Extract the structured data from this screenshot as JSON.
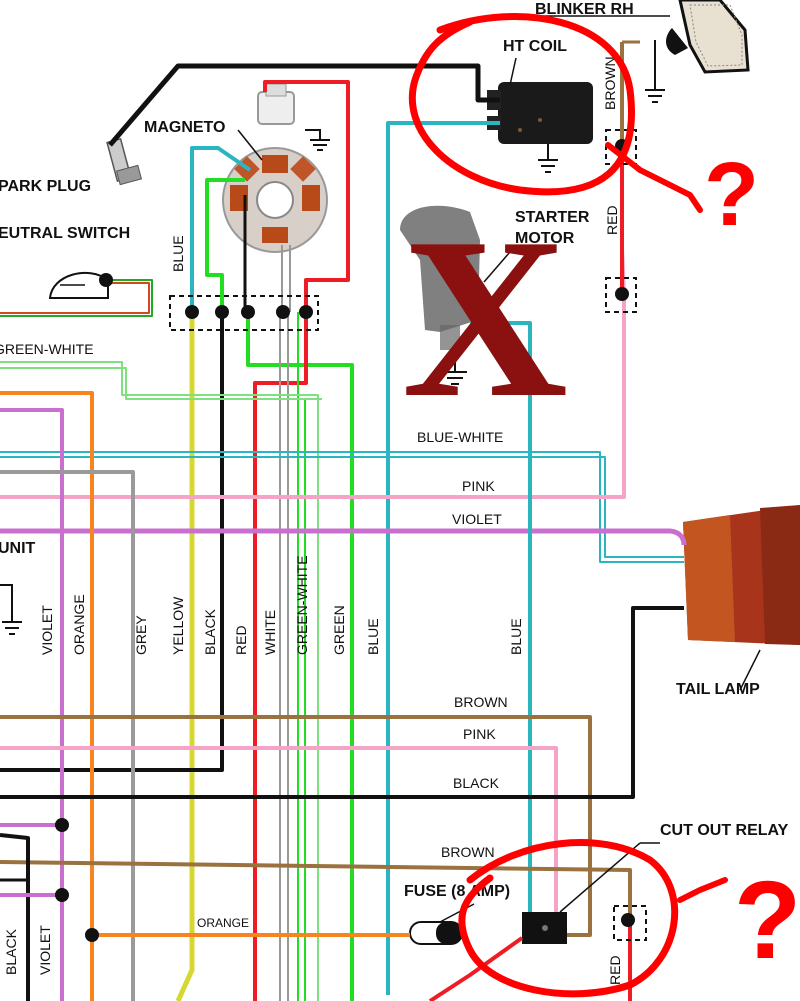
{
  "components": {
    "blinker": "BLINKER RH",
    "ht_coil": "HT COIL",
    "magneto": "MAGNETO",
    "spark_plug": "PARK PLUG",
    "neutral_switch": "EUTRAL SWITCH",
    "starter_motor_1": "STARTER",
    "starter_motor_2": "MOTOR",
    "unit": "UNIT",
    "tail_lamp": "TAIL LAMP",
    "cut_out_relay": "CUT OUT RELAY",
    "fuse": "FUSE (8 AMP)"
  },
  "wire_labels": {
    "green_white_top": "GREEN-WHITE",
    "blue_white": "BLUE-WHITE",
    "pink_mid": "PINK",
    "violet_mid": "VIOLET",
    "brown_top_right": "BROWN",
    "red_top_right": "RED",
    "blue_left": "BLUE",
    "violet_v": "VIOLET",
    "orange_v": "ORANGE",
    "grey_v": "GREY",
    "yellow_v": "YELLOW",
    "black_v": "BLACK",
    "red_v": "RED",
    "white_v": "WHITE",
    "green_white_v": "GREEN-WHITE",
    "green_v": "GREEN",
    "blue_v": "BLUE",
    "blue_v2": "BLUE",
    "brown_lower": "BROWN",
    "pink_lower": "PINK",
    "black_lower": "BLACK",
    "brown_bottom": "BROWN",
    "orange_bottom": "ORANGE",
    "red_bottom_right": "RED",
    "black_bottom": "BLACK",
    "violet_bottom": "VIOLET"
  },
  "annotations": {
    "question_mark": "?",
    "cross_mark": "X"
  },
  "colors": {
    "black": "#111111",
    "red": "#ee1c25",
    "cyan": "#2bb5c0",
    "green": "#22dd22",
    "pink": "#f6a3c8",
    "violet": "#c86fd0",
    "orange": "#f7841f",
    "grey": "#9a9a9a",
    "yellow": "#d7d733",
    "brown": "#9a7240",
    "annotation_red": "#ff0000",
    "cross_red": "#8b1010"
  }
}
